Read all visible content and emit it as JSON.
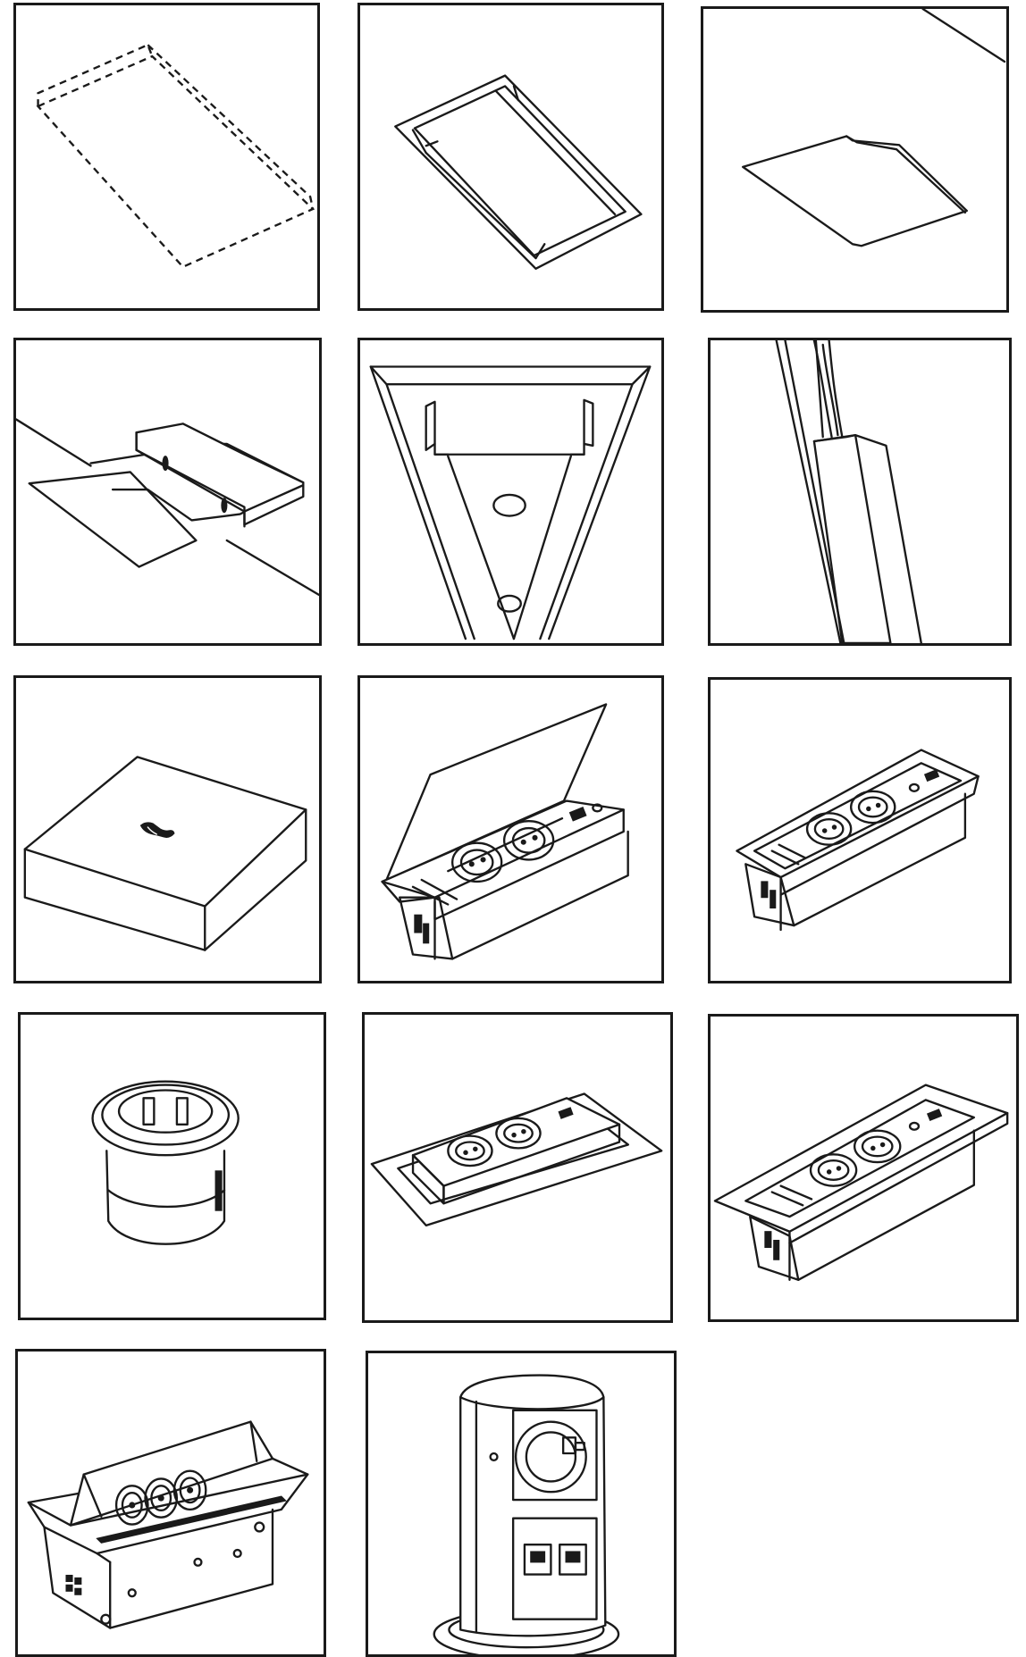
{
  "grid": {
    "tiles": [
      {
        "id": "cutout-outline",
        "icon": "dashed-cutout-icon"
      },
      {
        "id": "recessed-tray",
        "icon": "recessed-tray-icon"
      },
      {
        "id": "flat-cover-plate",
        "icon": "cover-plate-icon"
      },
      {
        "id": "hinged-cover-box",
        "icon": "hinged-box-icon"
      },
      {
        "id": "corner-bracket",
        "icon": "corner-bracket-icon"
      },
      {
        "id": "cable-duct",
        "icon": "cable-duct-icon"
      },
      {
        "id": "wireless-charger",
        "icon": "wireless-charger-icon"
      },
      {
        "id": "flip-lid-socket-unit",
        "icon": "flip-lid-socket-icon"
      },
      {
        "id": "two-socket-usb-unit",
        "icon": "two-socket-usb-icon"
      },
      {
        "id": "round-socket",
        "icon": "round-socket-icon"
      },
      {
        "id": "surface-socket-strip",
        "icon": "surface-socket-icon"
      },
      {
        "id": "recessed-socket-usb-unit",
        "icon": "recessed-socket-usb-icon"
      },
      {
        "id": "tilting-triple-socket",
        "icon": "tilting-socket-icon"
      },
      {
        "id": "pop-up-tower-socket",
        "icon": "pop-up-tower-icon"
      }
    ]
  },
  "colors": {
    "line": "#1a1a1a",
    "background": "#ffffff"
  }
}
